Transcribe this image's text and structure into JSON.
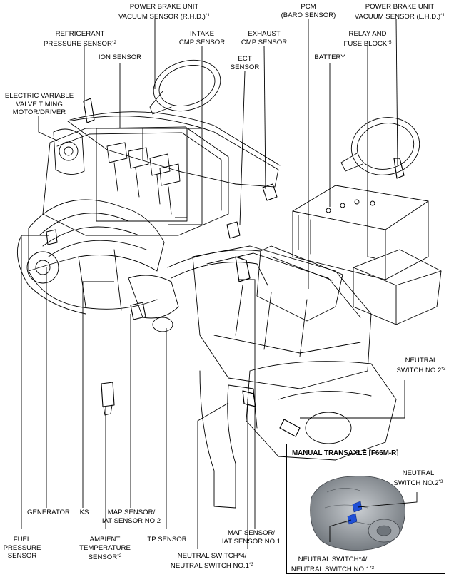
{
  "labels": {
    "brake_rhd": "POWER BRAKE UNIT\nVACUUM SENSOR (R.H.D.)*1",
    "refrigerant": "REFRIGERANT\nPRESSURE SENSOR*2",
    "intake_cmp": "INTAKE\nCMP SENSOR",
    "exhaust_cmp": "EXHAUST\nCMP SENSOR",
    "pcm": "PCM\n(BARO SENSOR)",
    "brake_lhd": "POWER BRAKE UNIT\nVACUUM SENSOR (L.H.D.)*1",
    "ion": "ION SENSOR",
    "ect": "ECT\nSENSOR",
    "relay": "RELAY AND\nFUSE BLOCK*5",
    "battery": "BATTERY",
    "evvt": "ELECTRIC VARIABLE\nVALVE TIMING\nMOTOR/DRIVER",
    "neutral2": "NEUTRAL\nSWITCH NO.2*3",
    "generator": "GENERATOR",
    "ks": "KS",
    "map": "MAP SENSOR/\nIAT SENSOR NO.2",
    "maf": "MAF SENSOR/\nIAT SENSOR NO.1",
    "fuel": "FUEL\nPRESSURE\nSENSOR",
    "ambient": "AMBIENT\nTEMPERATURE\nSENSOR*2",
    "tp": "TP SENSOR",
    "neutral1": "NEUTRAL SWITCH*4/\nNEUTRAL SWITCH NO.1*3"
  },
  "inset": {
    "title": "MANUAL TRANSAXLE [F66M-R]",
    "neutral2": "NEUTRAL\nSWITCH NO.2*3",
    "neutral1": "NEUTRAL SWITCH*4/\nNEUTRAL SWITCH NO.1*3"
  },
  "colors": {
    "line": "#000000",
    "highlight": "#1f4fd6",
    "transaxle": "#8f9499"
  }
}
